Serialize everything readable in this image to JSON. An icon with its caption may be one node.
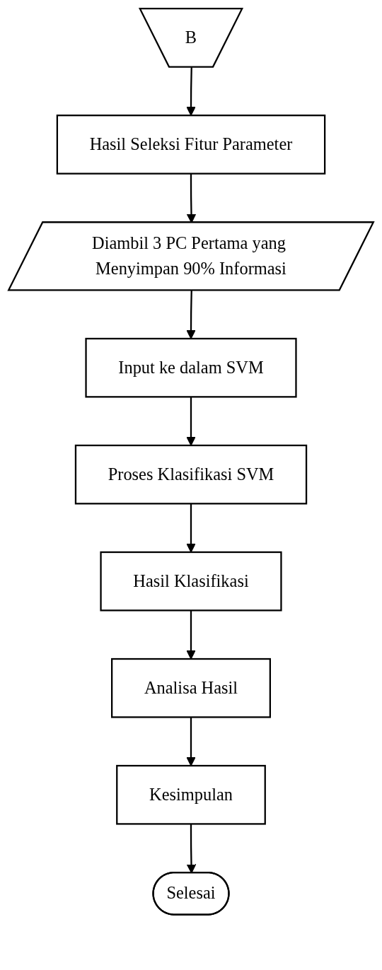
{
  "diagram": {
    "nodes": [
      {
        "text": [
          "B"
        ]
      },
      {
        "text": [
          "Hasil Seleksi Fitur Parameter"
        ]
      },
      {
        "text": [
          "Diambil 3 PC Pertama yang Menyimpan 90% Informasi"
        ]
      },
      {
        "text": [
          "Input ke dalam SVM"
        ]
      },
      {
        "text": [
          "Proses Klasifikasi SVM"
        ]
      },
      {
        "text": [
          "Hasil Klasifikasi"
        ]
      },
      {
        "text": [
          "Analisa Hasil"
        ]
      },
      {
        "text": [
          "Kesimpulan"
        ]
      },
      {
        "text": [
          "Selesai"
        ]
      }
    ],
    "edges": [
      {
        "from": 0,
        "to": 1,
        "arrow": "to"
      },
      {
        "from": 1,
        "to": 2,
        "arrow": "to"
      },
      {
        "from": 2,
        "to": 3,
        "arrow": "to"
      },
      {
        "from": 3,
        "to": 4,
        "arrow": "to"
      },
      {
        "from": 4,
        "to": 5,
        "arrow": "to"
      },
      {
        "from": 5,
        "to": 6,
        "arrow": "to"
      },
      {
        "from": 6,
        "to": 7,
        "arrow": "to"
      },
      {
        "from": 7,
        "to": 8,
        "arrow": "to"
      }
    ]
  }
}
